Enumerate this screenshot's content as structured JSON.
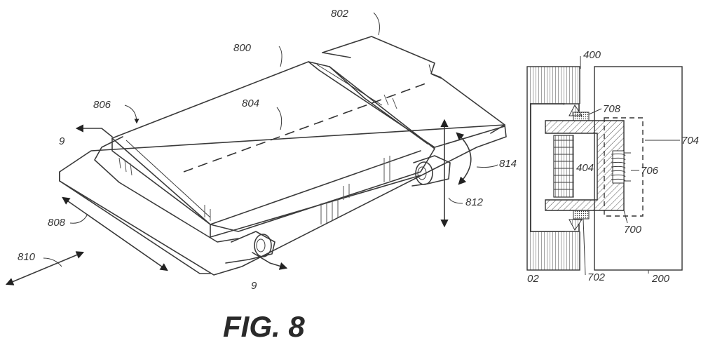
{
  "figure": {
    "caption": "FIG. 8",
    "labels": {
      "l800": "800",
      "l802": "802",
      "l804": "804",
      "l806": "806",
      "l808": "808",
      "l810": "810",
      "l812": "812",
      "l814": "814",
      "l9a": "9",
      "l9b": "9",
      "l400": "400",
      "l708": "708",
      "l704": "704",
      "l404": "404",
      "l706": "706",
      "l700": "700",
      "l702": "702",
      "l200": "200",
      "l02": "02"
    }
  }
}
